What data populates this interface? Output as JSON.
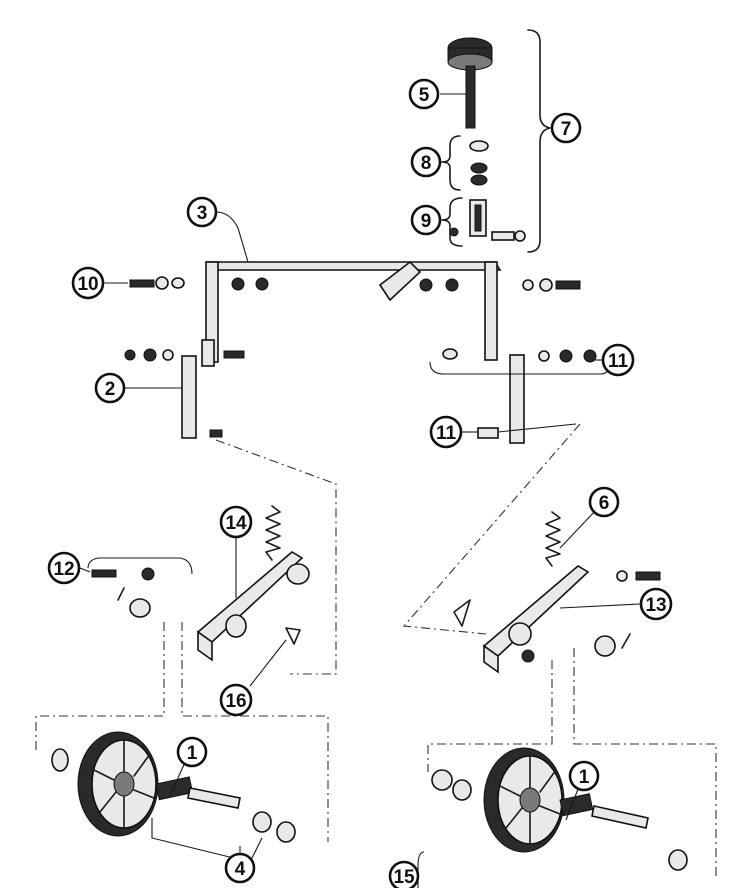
{
  "callouts": [
    {
      "id": "c5",
      "text": "5"
    },
    {
      "id": "c7",
      "text": "7"
    },
    {
      "id": "c8",
      "text": "8"
    },
    {
      "id": "c9a",
      "text": "9"
    },
    {
      "id": "c3",
      "text": "3"
    },
    {
      "id": "c10",
      "text": "10"
    },
    {
      "id": "c2",
      "text": "2"
    },
    {
      "id": "c11a",
      "text": "11"
    },
    {
      "id": "c11b",
      "text": "11"
    },
    {
      "id": "c14",
      "text": "14"
    },
    {
      "id": "c12",
      "text": "12"
    },
    {
      "id": "c6",
      "text": "6"
    },
    {
      "id": "c13",
      "text": "13"
    },
    {
      "id": "c16",
      "text": "16"
    },
    {
      "id": "c1a",
      "text": "1"
    },
    {
      "id": "c1b",
      "text": "1"
    },
    {
      "id": "c4",
      "text": "4"
    },
    {
      "id": "c15",
      "text": "15"
    }
  ]
}
